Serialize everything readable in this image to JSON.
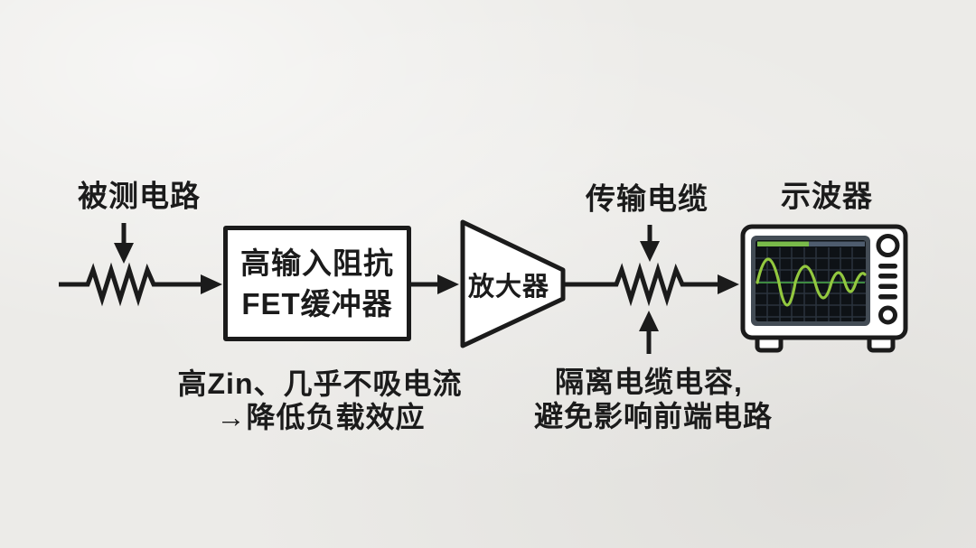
{
  "colors": {
    "background": "#ecebe8",
    "ink": "#1b1b1b",
    "box_fill": "#ffffff",
    "screen_bg": "#0e1216",
    "screen_frame": "#434c55",
    "screen_grid": "#2a333d",
    "trace_green": "#93c83f",
    "baseline_green": "#3e8a41",
    "statusbar_green": "#79ba4a",
    "statusbar_gray": "#4e5c6e"
  },
  "diagram": {
    "source_label": "被测电路",
    "buffer_box": {
      "line1": "高输入阻抗",
      "line2": "FET缓冲器"
    },
    "amplifier_label": "放大器",
    "cable_label": "传输电缆",
    "scope_label": "示波器",
    "buffer_note": {
      "line1": "高Zin、几乎不吸电流",
      "line2": "→降低负载效应"
    },
    "cable_note": {
      "line1": "隔离电缆电容,",
      "line2": "避免影响前端电路"
    }
  }
}
